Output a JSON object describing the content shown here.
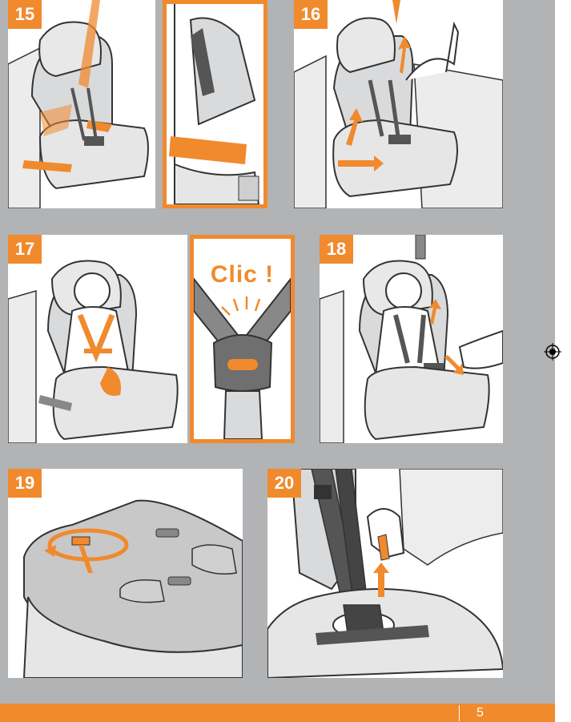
{
  "steps": [
    {
      "number": "15"
    },
    {
      "number": "16"
    },
    {
      "number": "17",
      "callout": "Clic !"
    },
    {
      "number": "18"
    },
    {
      "number": "19"
    },
    {
      "number": "20"
    }
  ],
  "footer": {
    "page_number": "5"
  },
  "colors": {
    "accent": "#f08a2d",
    "background_gray": "#b2b3b5",
    "line_art": "#333333",
    "seat_fill": "#d9dadb"
  }
}
